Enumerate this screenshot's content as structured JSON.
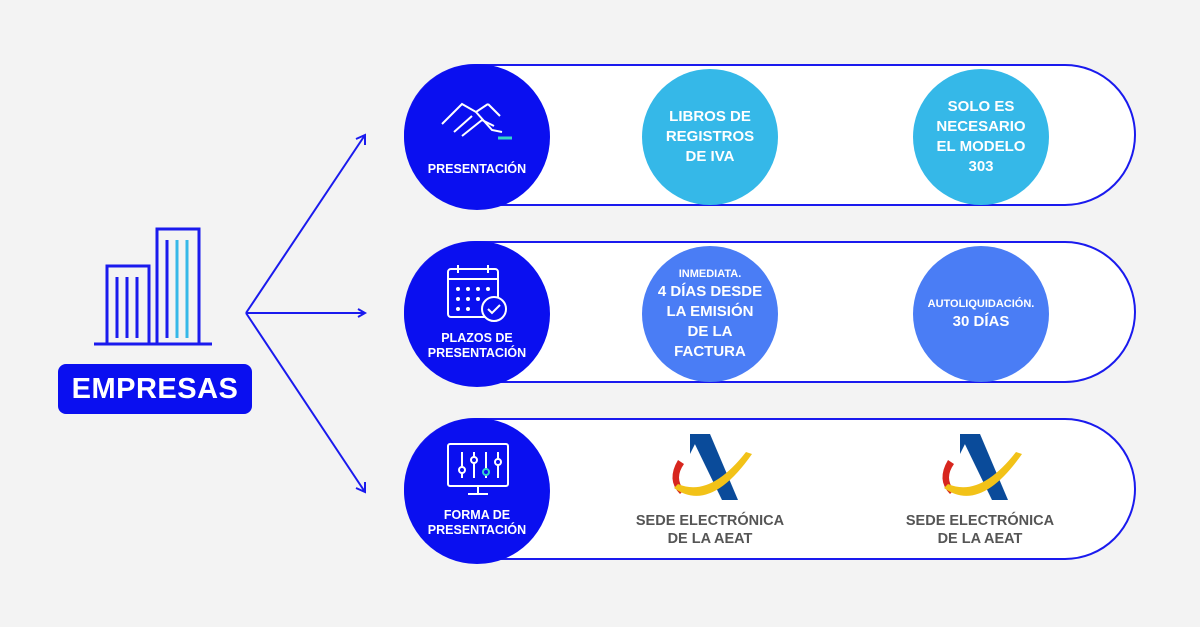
{
  "root": {
    "label": "EMPRESAS"
  },
  "colors": {
    "primary_blue": "#0a0ff0",
    "light_blue": "#35b8e8",
    "mid_blue": "#4a7df5",
    "logo_navy": "#0a4b9a",
    "logo_yellow": "#f2c218",
    "logo_red": "#d7261e"
  },
  "rows": [
    {
      "icon": "hand-writing-icon",
      "label_lines": [
        "PRESENTACIÓN"
      ],
      "items": [
        {
          "lines": [
            "LIBROS DE",
            "REGISTROS",
            "DE IVA"
          ]
        },
        {
          "lines": [
            "SOLO ES",
            "NECESARIO",
            "EL MODELO",
            "303"
          ]
        }
      ]
    },
    {
      "icon": "calendar-check-icon",
      "label_lines": [
        "PLAZOS DE",
        "PRESENTACIÓN"
      ],
      "items": [
        {
          "small": "INMEDIATA.",
          "lines": [
            "4 DÍAS DESDE",
            "LA EMISIÓN",
            "DE LA",
            "FACTURA"
          ]
        },
        {
          "small": "AUTOLIQUIDACIÓN.",
          "lines": [
            "30 DÍAS"
          ]
        }
      ]
    },
    {
      "icon": "sliders-monitor-icon",
      "label_lines": [
        "FORMA DE",
        "PRESENTACIÓN"
      ],
      "items": [
        {
          "logo": "aeat-logo-icon",
          "lines": [
            "SEDE ELECTRÓNICA",
            "DE LA AEAT"
          ]
        },
        {
          "logo": "aeat-logo-icon",
          "lines": [
            "SEDE ELECTRÓNICA",
            "DE LA AEAT"
          ]
        }
      ]
    }
  ]
}
